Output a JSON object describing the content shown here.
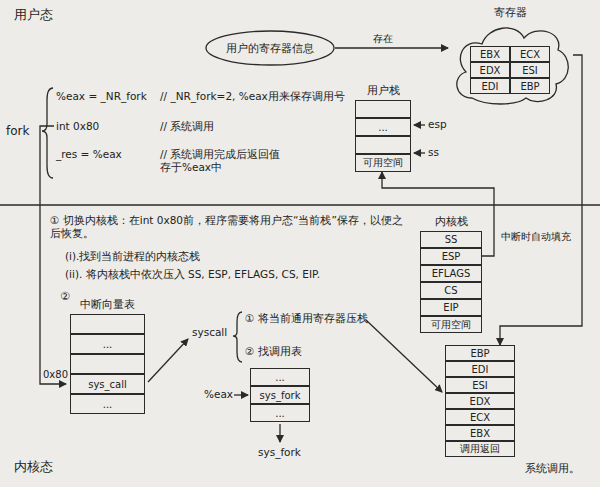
{
  "diagram": {
    "nodes": [
      {
        "text": [
          "用户的寄存器信息"
        ]
      },
      {
        "text": [
          "寄存器"
        ]
      },
      {
        "text": [
          "EBX"
        ],
        "in": 1
      },
      {
        "text": [
          "ECX"
        ],
        "in": 1
      },
      {
        "text": [
          "EDX"
        ],
        "in": 1
      },
      {
        "text": [
          "ESI"
        ],
        "in": 1
      },
      {
        "text": [
          "EDI"
        ],
        "in": 1
      },
      {
        "text": [
          "EBP"
        ],
        "in": 1
      },
      {
        "text": [
          "用户栈"
        ]
      },
      {
        "text": [
          "..."
        ],
        "in": 8
      },
      {
        "text": [
          "可用空间"
        ],
        "in": 8
      },
      {
        "text": [
          "内核栈"
        ]
      },
      {
        "text": [
          "SS"
        ],
        "in": 11
      },
      {
        "text": [
          "ESP"
        ],
        "in": 11
      },
      {
        "text": [
          "EFLAGS"
        ],
        "in": 11
      },
      {
        "text": [
          "CS"
        ],
        "in": 11
      },
      {
        "text": [
          "EIP"
        ],
        "in": 11
      },
      {
        "text": [
          "可用空间"
        ],
        "in": 11
      },
      {
        "text": [
          "中断向量表"
        ]
      },
      {
        "text": [
          "..."
        ],
        "in": 18
      },
      {
        "text": [
          "sys_call"
        ],
        "in": 18
      },
      {
        "text": [
          "..."
        ],
        "in": 18
      },
      {
        "text": [
          "..."
        ]
      },
      {
        "text": [
          "sys_fork"
        ]
      },
      {
        "text": [
          "..."
        ]
      },
      {
        "text": [
          "EBP"
        ]
      },
      {
        "text": [
          "EDI"
        ]
      },
      {
        "text": [
          "ESI"
        ]
      },
      {
        "text": [
          "EDX"
        ]
      },
      {
        "text": [
          "ECX"
        ]
      },
      {
        "text": [
          "EBX"
        ]
      },
      {
        "text": [
          "调用返回"
        ]
      }
    ],
    "edges": [
      {
        "from": 0,
        "to": 1,
        "label": "存在",
        "arrow": "to"
      },
      {
        "from": 11,
        "to": 8,
        "label": "中断时自动填充",
        "arrow": "to"
      },
      {
        "from": 1,
        "to": 25,
        "arrow": "to"
      }
    ],
    "labels": [
      "用户态",
      "fork",
      "%eax = _NR_fork",
      "// _NR_fork=2, %eax用来保存调用号",
      "int 0x80",
      "// 系统调用",
      "_res = %eax",
      "// 系统调用完成后返回值 存于%eax中",
      "esp",
      "ss",
      "① 切换内核栈：在int 0x80前，程序需要将用户态“当前栈”保存，以便之后恢复。",
      "(i).找到当前进程的内核态栈",
      "(ii). 将内核栈中依次压入 SS, ESP, EFLAGS, CS, EIP.",
      "②",
      "0x80",
      "syscall",
      "① 将当前通用寄存器压栈",
      "② 找调用表",
      "%eax",
      "sys_fork",
      "内核态",
      "系统调用。"
    ]
  }
}
